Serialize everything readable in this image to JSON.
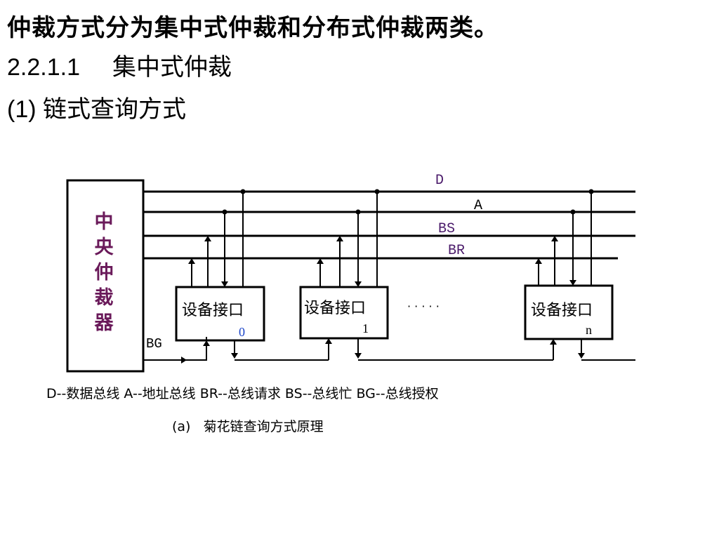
{
  "heading": "仲裁方式分为集中式仲裁和分布式仲裁两类。",
  "section": {
    "number": "2.2.1.1",
    "title": "集中式仲裁"
  },
  "subsection": "(1) 链式查询方式",
  "diagram": {
    "central_arbiter": [
      "中",
      "央",
      "仲",
      "裁",
      "器"
    ],
    "bus_lines": [
      "D",
      "A",
      "BS",
      "BR"
    ],
    "devices": [
      {
        "label": "设备接口",
        "index": "0"
      },
      {
        "label": "设备接口",
        "index": "1"
      },
      {
        "label": "设备接口",
        "index": "n"
      }
    ],
    "ellipsis": "· · · · ·",
    "grant_signal": "BG",
    "legend": "D--数据总线  A--地址总线  BR--总线请求  BS--总线忙  BG--总线授权",
    "caption": "(a)   菊花链查询方式原理",
    "colors": {
      "lines": "#000000",
      "arbiter_text": "#6a1a5a",
      "bus_labels": "#4a1a6a",
      "index_text": "#1a44c8"
    }
  }
}
